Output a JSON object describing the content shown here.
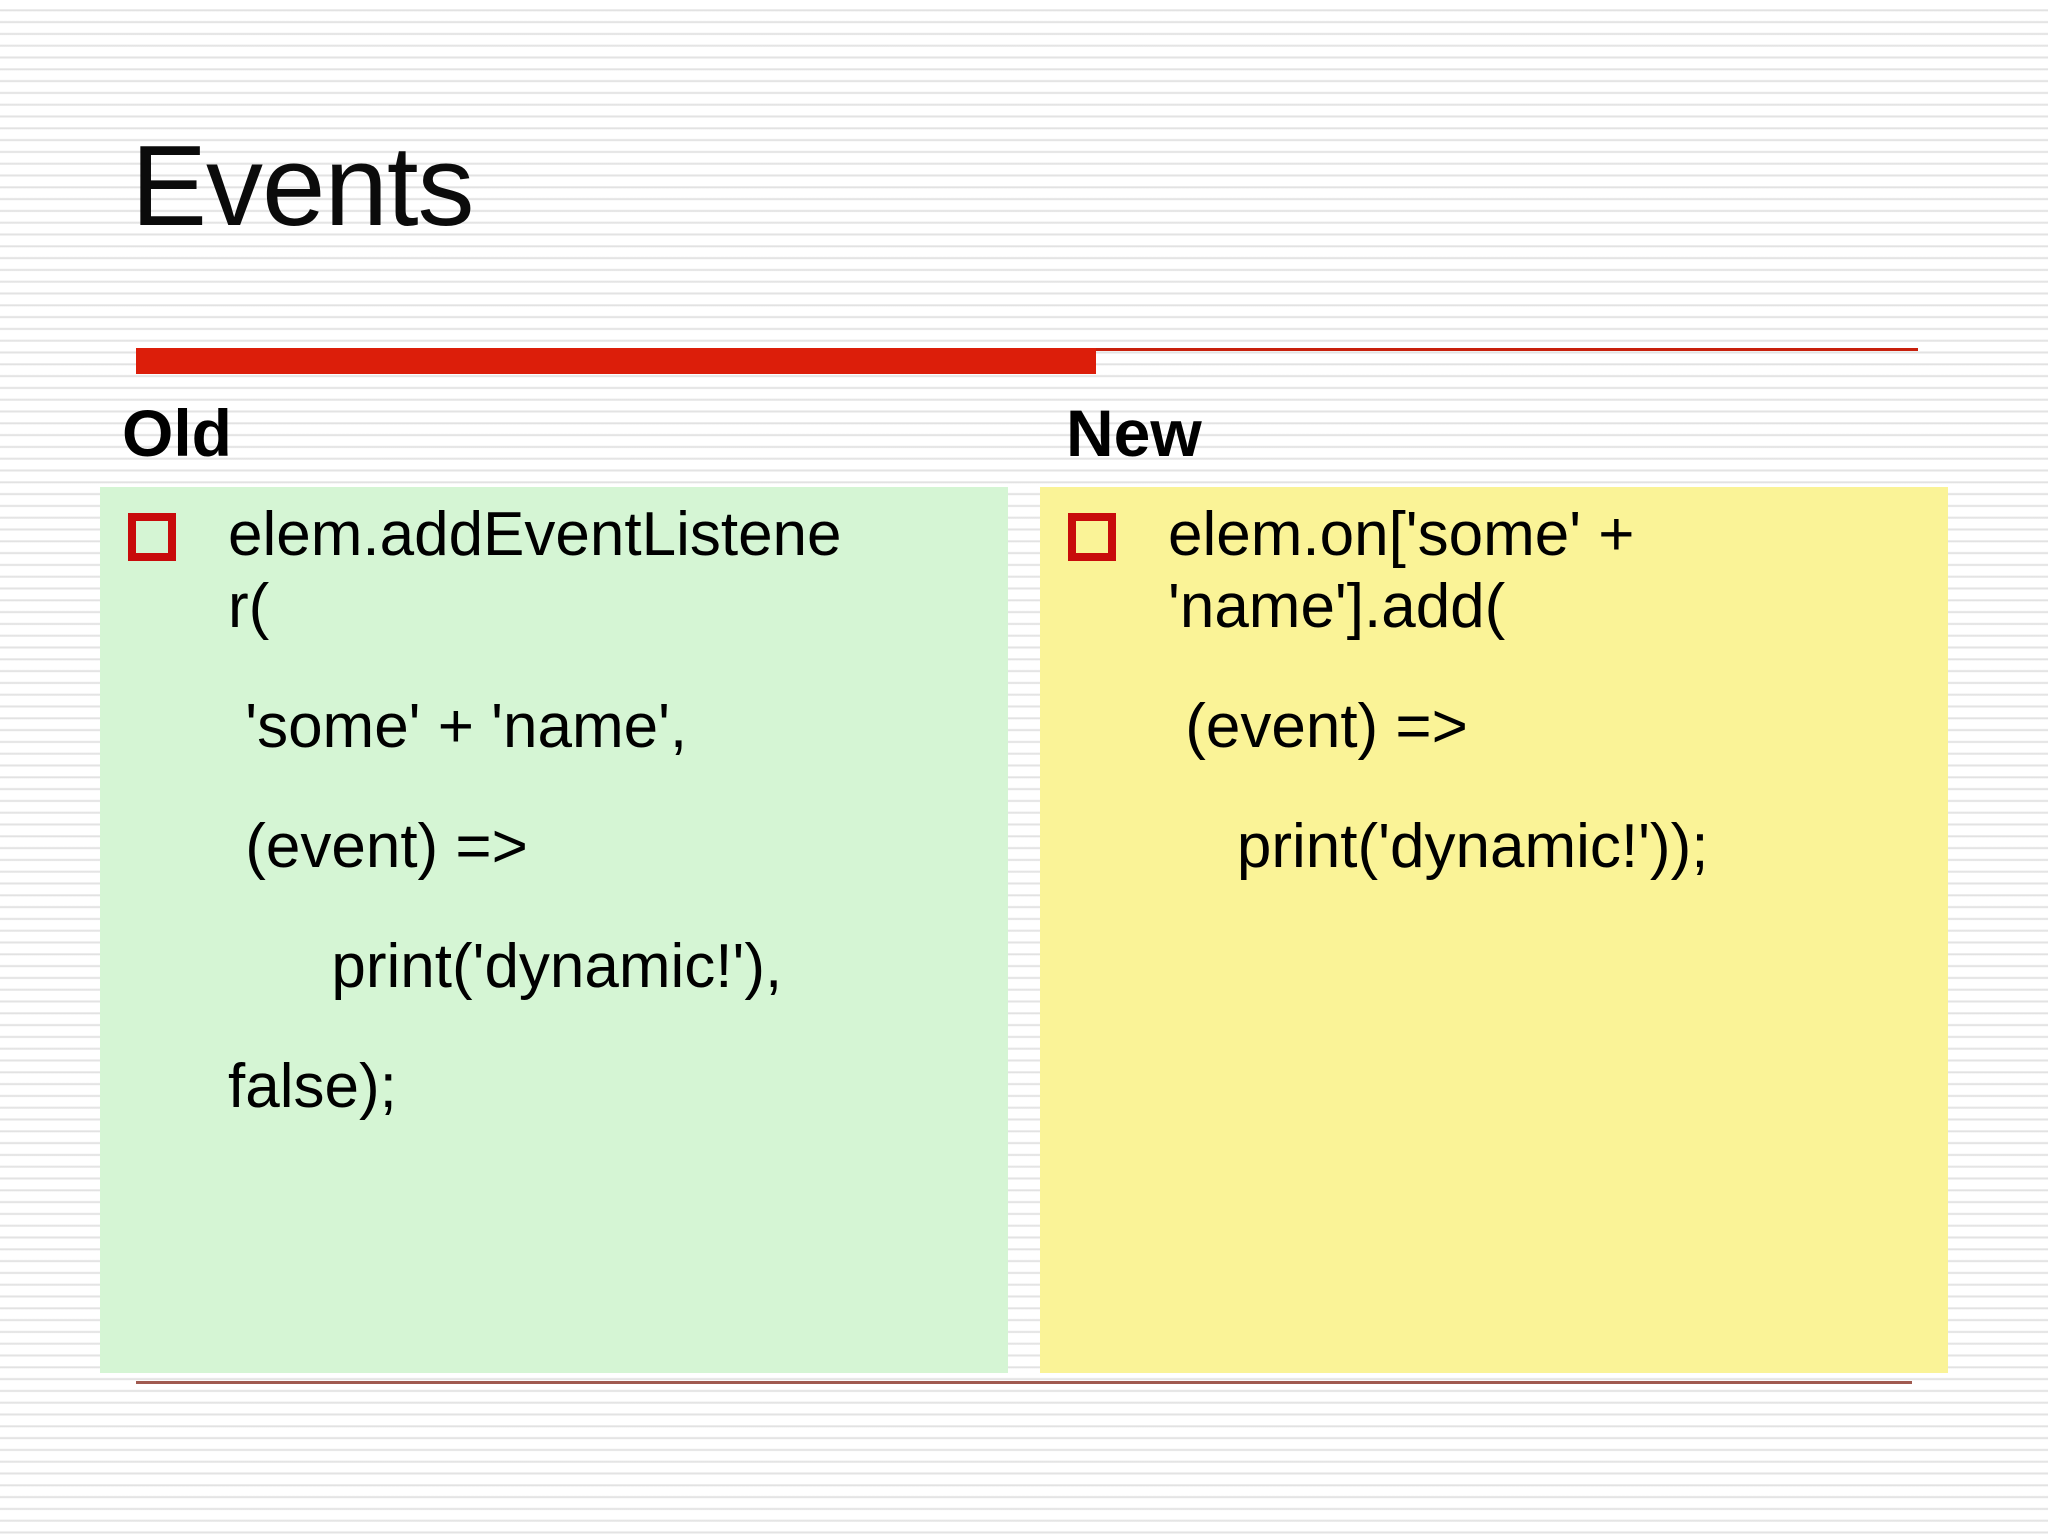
{
  "slide": {
    "title": "Events",
    "colors": {
      "thick_rule": "#dc1e0a",
      "thin_rule_top": "#c8200c",
      "thin_rule_bottom": "#a05a50",
      "bullet_border": "#c80b0b",
      "old_box_background": "#d5f5d4",
      "new_box_background": "#faf397",
      "background_stripe": "#e0e0e0",
      "text": "#000000"
    },
    "columns": [
      {
        "header": "Old",
        "paragraphs": [
          {
            "bulleted": true,
            "text": "elem.addEventListene\nr("
          },
          {
            "bulleted": false,
            "text": " 'some' + 'name',"
          },
          {
            "bulleted": false,
            "text": " (event) =>"
          },
          {
            "bulleted": false,
            "text": "      print('dynamic!'),"
          },
          {
            "bulleted": false,
            "text": "false);"
          }
        ]
      },
      {
        "header": "New",
        "paragraphs": [
          {
            "bulleted": true,
            "text": "elem.on['some' +\n'name'].add("
          },
          {
            "bulleted": false,
            "text": " (event) =>"
          },
          {
            "bulleted": false,
            "text": "    print('dynamic!'));"
          }
        ]
      }
    ]
  }
}
